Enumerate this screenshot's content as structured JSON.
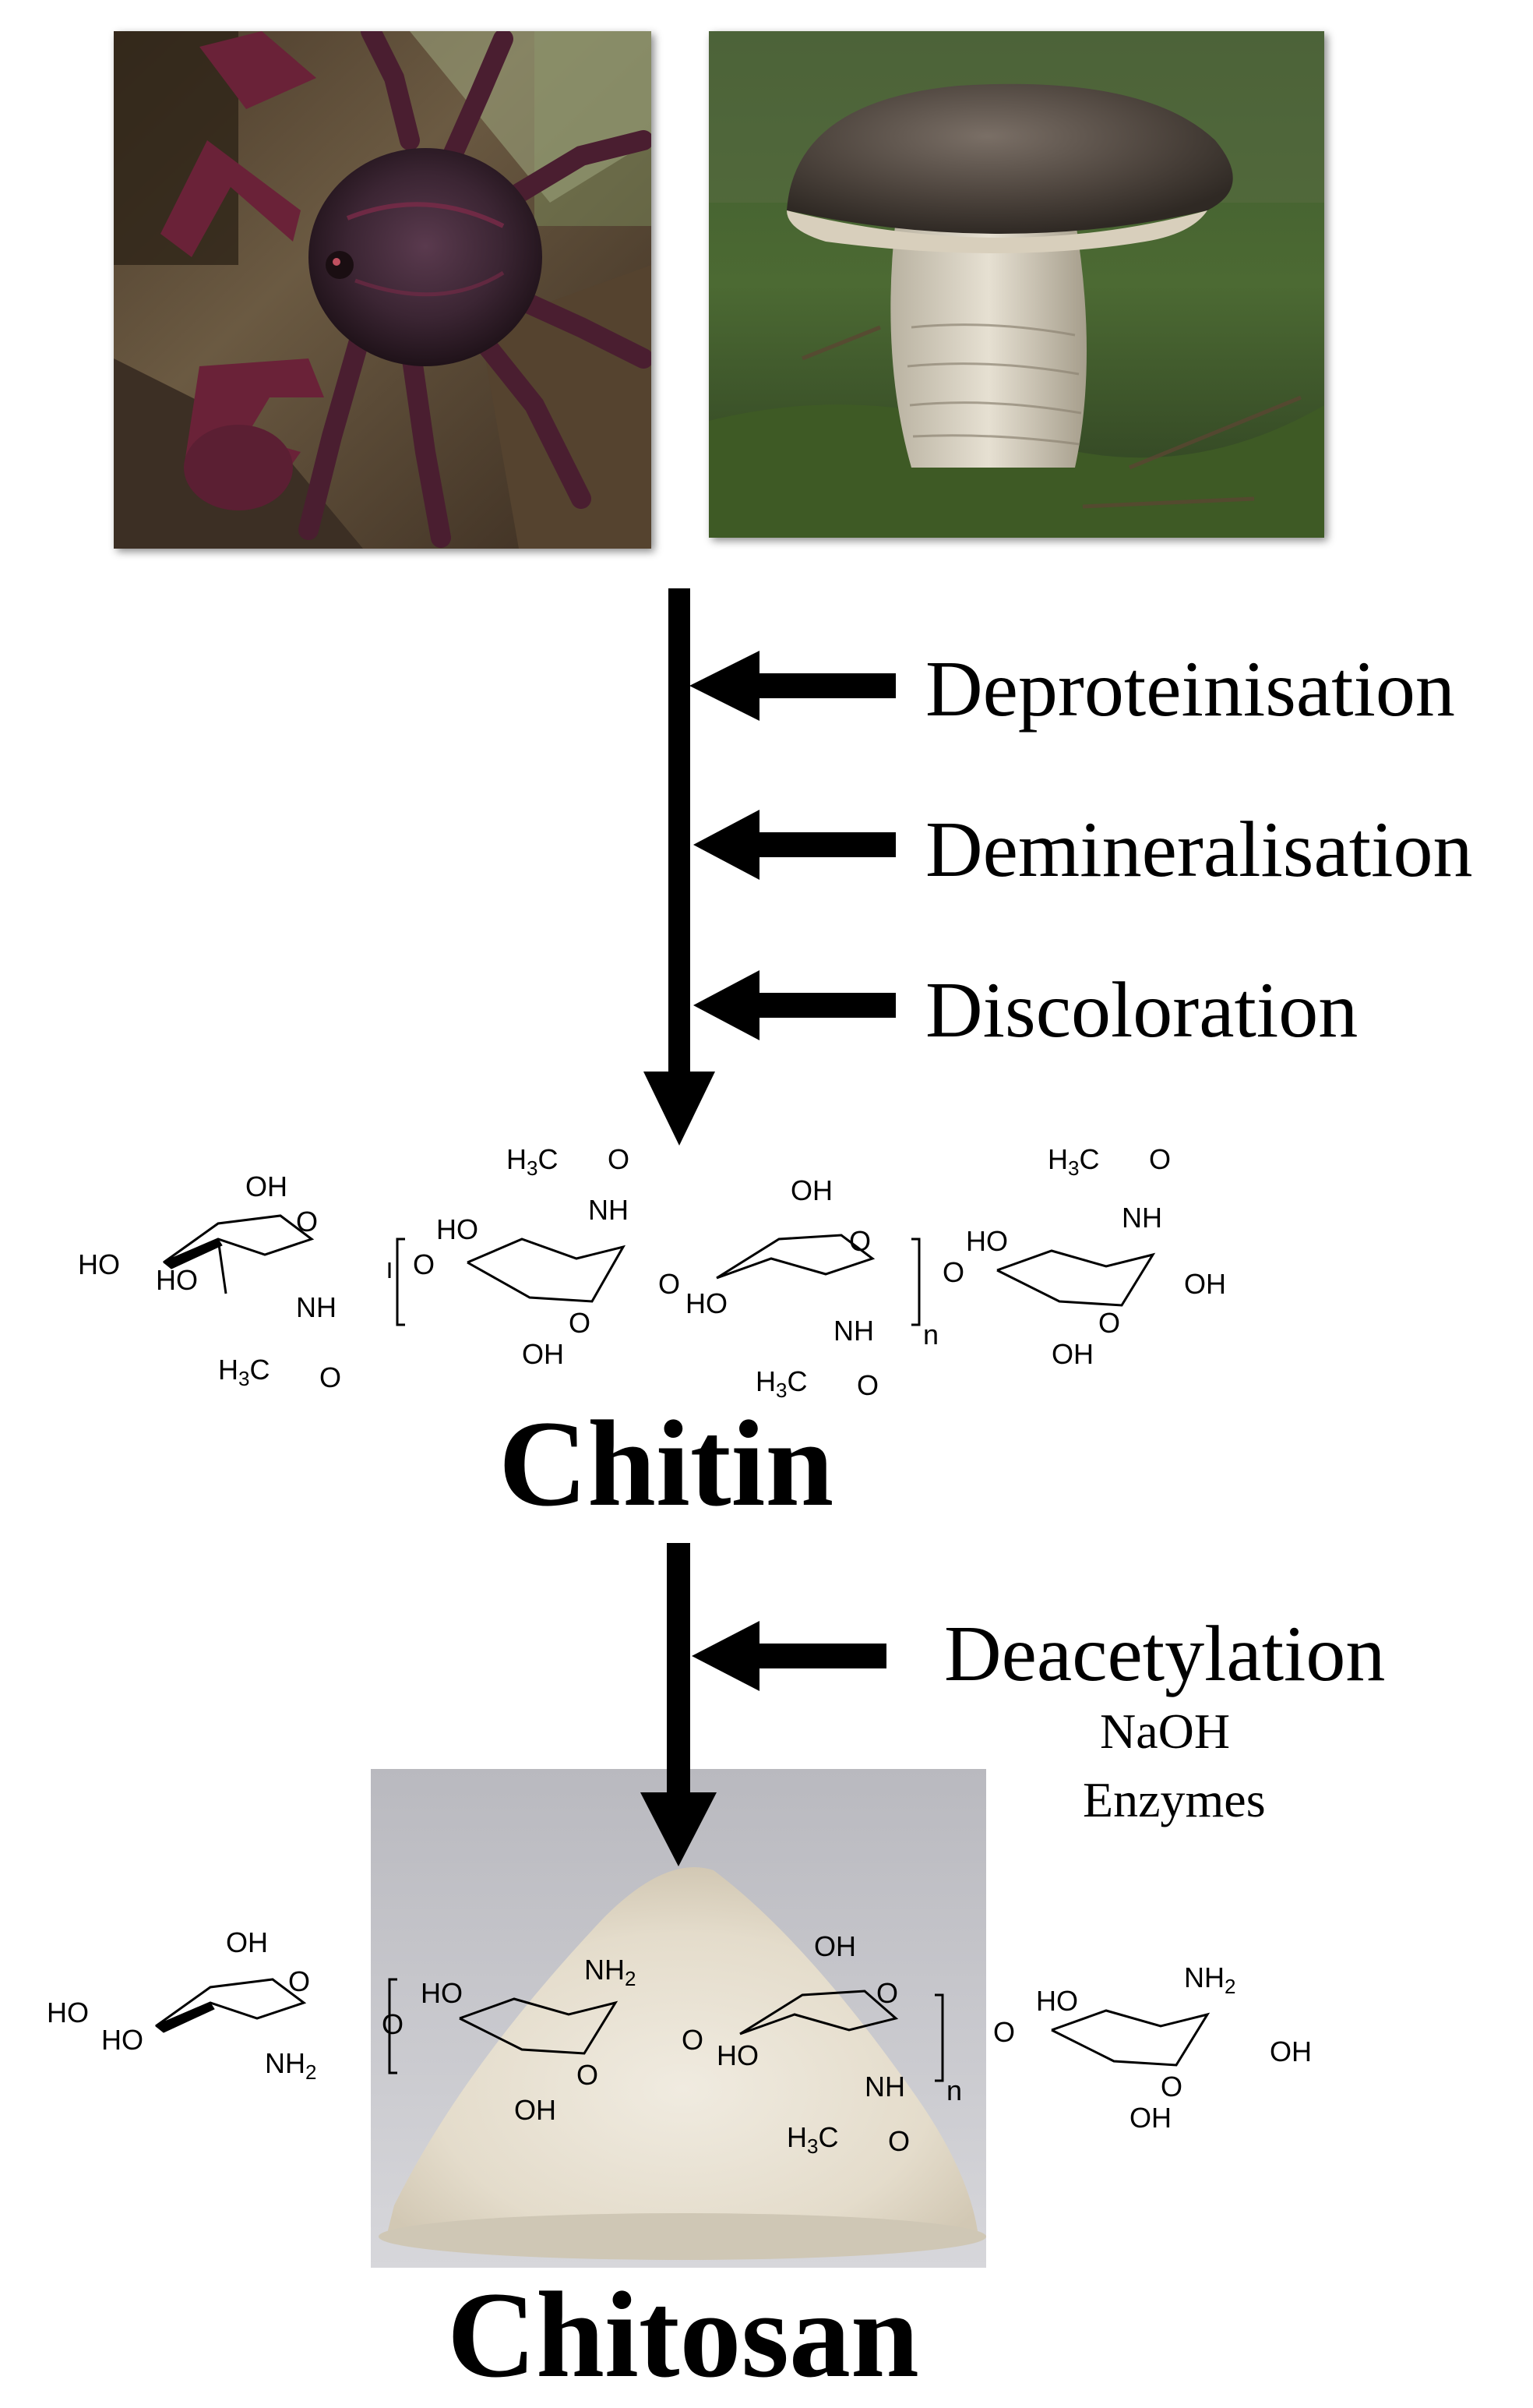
{
  "steps": {
    "deproteinisation": "Deproteinisation",
    "demineralisation": "Demineralisation",
    "discoloration": "Discoloration",
    "deacetylation": "Deacetylation",
    "reagent_naoh": "NaOH",
    "reagent_enzymes": "Enzymes"
  },
  "products": {
    "chitin": "Chitin",
    "chitosan": "Chitosan"
  },
  "chem_labels": {
    "oh": "OH",
    "ho": "HO",
    "o": "O",
    "nh": "NH",
    "nh2_main": "NH",
    "sub2": "2",
    "h3c_h": "H",
    "sub3": "3",
    "h3c_c": "C",
    "n": "n"
  },
  "colors": {
    "arrow": "#000000",
    "text": "#000000",
    "background": "#ffffff"
  }
}
